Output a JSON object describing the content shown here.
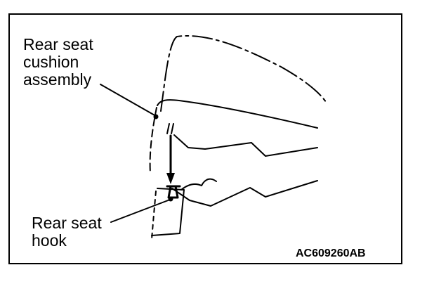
{
  "labels": {
    "cushion": "Rear seat\ncushion\nassembly",
    "hook": "Rear seat\nhook"
  },
  "figure_code": "AC609260AB",
  "colors": {
    "line": "#000000",
    "background": "#ffffff"
  }
}
